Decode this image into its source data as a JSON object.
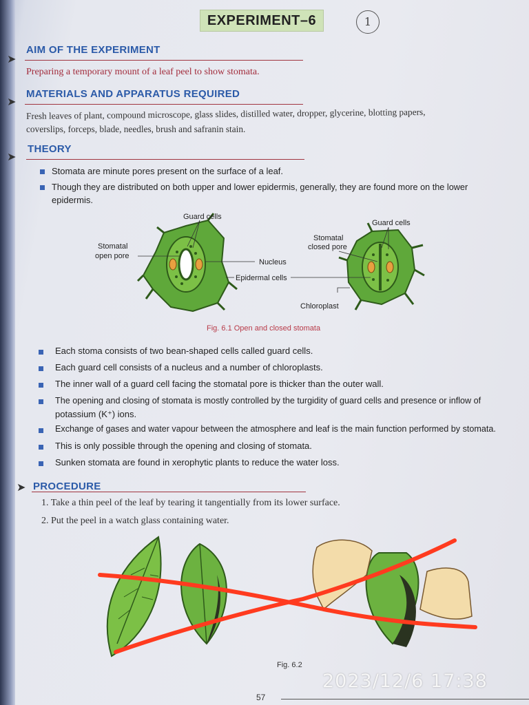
{
  "experiment_title": "EXPERIMENT–6",
  "circled_mark": "1",
  "aim": {
    "heading": "AIM OF THE EXPERIMENT",
    "text": "Preparing a temporary mount of a leaf peel to show stomata."
  },
  "materials": {
    "heading": "MATERIALS AND APPARATUS REQUIRED",
    "line1": "Fresh leaves of plant, compound microscope, glass slides, distilled water, dropper, glycerine, blotting papers,",
    "line2": "coverslips, forceps, blade, needles, brush and safranin stain."
  },
  "theory": {
    "heading": "THEORY",
    "bullet1": "Stomata are minute pores present on the surface of a leaf.",
    "bullet2_line1": "Though they are distributed on both upper and lower epidermis, generally, they are found more on the lower",
    "bullet2_line2": "epidermis."
  },
  "figure1": {
    "labels": {
      "guard_cells_left": "Guard cells",
      "guard_cells_right": "Guard cells",
      "open_pore_1": "Stomatal",
      "open_pore_2": "open pore",
      "closed_pore_1": "Stomatal",
      "closed_pore_2": "closed pore",
      "nucleus": "Nucleus",
      "epidermal_cells": "Epidermal cells",
      "chloroplast": "Chloroplast"
    },
    "caption": "Fig. 6.1  Open and closed stomata"
  },
  "points": [
    "Each stoma consists of two bean-shaped cells called guard cells.",
    "Each guard cell consists of a nucleus and a number of chloroplasts.",
    "The inner wall of a guard cell facing the stomatal pore is thicker than the outer wall.",
    "The opening and closing of stomata is mostly controlled by the turgidity of guard cells and presence or inflow of",
    "potassium (K⁺) ions.",
    "Exchange of gases and water vapour between the atmosphere and leaf is the main function performed by stomata.",
    "This is only possible through the opening and closing of stomata.",
    "Sunken stomata are found in xerophytic plants to reduce the water loss."
  ],
  "procedure": {
    "heading": "PROCEDURE",
    "step1": "1.  Take a thin peel of the leaf by tearing it tangentially from its lower surface.",
    "step2": "2.  Put the peel in a watch glass containing water."
  },
  "figure2_caption": "Fig. 6.2",
  "page_number": "57",
  "timestamp": "2023/12/6 17:38",
  "colors": {
    "heading_blue": "#2b5aa8",
    "aim_red": "#a22c3c",
    "title_bg": "#cfe3b8",
    "leaf_green": "#5fa83a",
    "cross_red": "#ff3b1f"
  }
}
